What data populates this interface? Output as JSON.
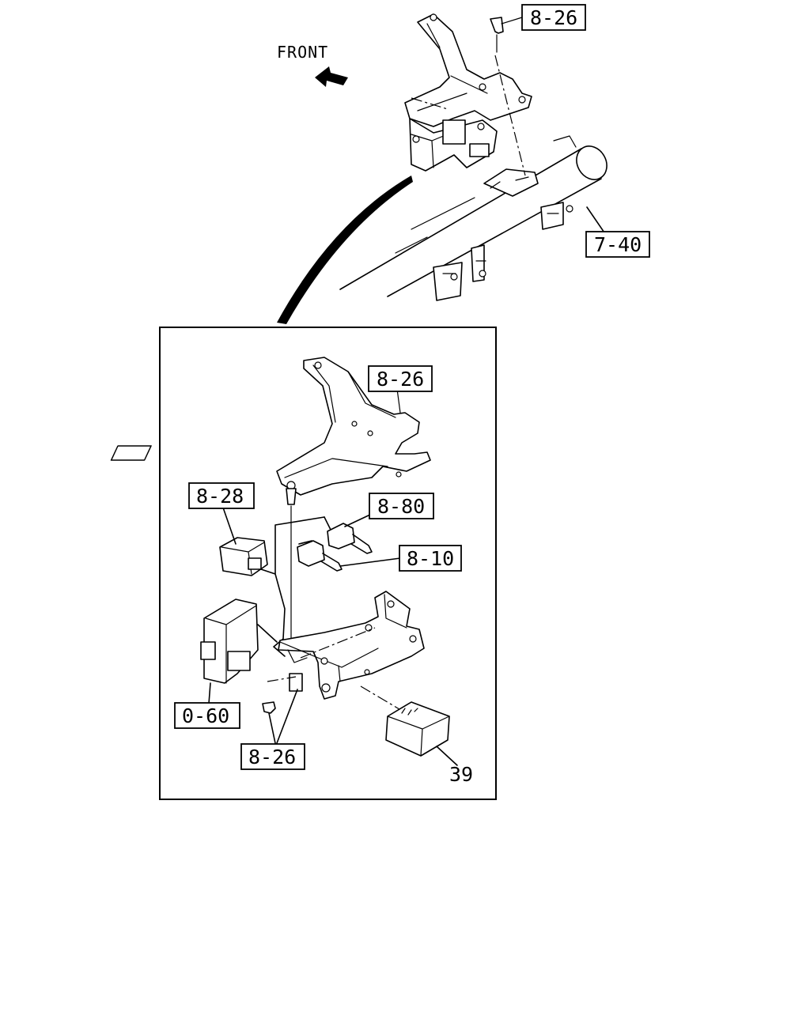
{
  "labels": {
    "front": "FRONT",
    "ref_top_bolt": "8-26",
    "ref_crossmember": "7-40",
    "ref_bracket_upper": "8-26",
    "ref_relay_left": "8-28",
    "ref_connector_upper": "8-80",
    "ref_connector_lower": "8-10",
    "ref_control_unit": "0-60",
    "ref_nut": "8-26",
    "ref_relay_box": "39"
  }
}
